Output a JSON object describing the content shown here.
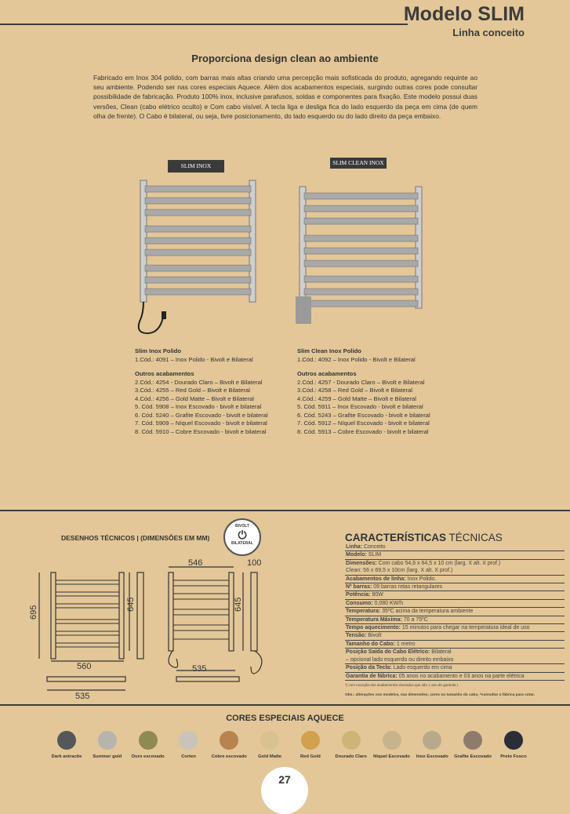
{
  "header": {
    "title": "Modelo SLIM",
    "subtitle": "Linha conceito"
  },
  "headline": "Proporciona design clean ao ambiente",
  "intro": "Fabricado em Inox 304 polido, com barras mais altas criando uma percepção mais sofisticada do produto, agregando requinte ao seu ambiente. Podendo ser nas cores especiais Aquece. Além dos acabamentos especiais, surgindo outras cores pode consultar possibilidade de fabricação. Produto 100% inox, inclusive parafusos, soldas e componentes para fixação. Este modelo possui duas versões, Clean (cabo elétrico oculto) e Com cabo visível. A tecla liga e desliga fica do lado esquerdo da peça em cima (de quem olha de frente). O Cabo é bilateral, ou seja, livre posicionamento, do lado esquerdo ou do lado direito da peça embaixo.",
  "products": [
    {
      "tag": "SLIM INOX",
      "name": "Slim Inox Polido",
      "main": "1.Cód.: 4091 – Inox Polido - Bivolt e Bilateral",
      "others_title": "Outros acabamentos",
      "others": [
        "2.Cód.: 4254 - Dourado Claro – Bivolt e Bilateral",
        "3.Cód.: 4255 – Red Gold – Bivolt e Bilateral",
        "4.Cód.: 4256 – Gold Matte – Bivolt e Bilateral",
        "5. Cód. 5908 – Inox Escovado - bivolt e bilateral",
        "6. Cód. 5240 – Grafite Escovado - bivolt e bilateral",
        "7. Cód. 5909 – Níquel Escovado - bivolt e bilateral",
        "8. Cód. 5910 – Cobre Escovado - bivolt e bilateral"
      ]
    },
    {
      "tag": "SLIM CLEAN INOX",
      "name": "Slim Clean Inox Polido",
      "main": "1.Cód.: 4092 – Inox Polido - Bivolt e Bilateral",
      "others_title": "Outros acabamentos",
      "others": [
        "2.Cód.: 4257 - Dourado Claro – Bivolt e Bilateral",
        "3.Cód.: 4258 – Red Gold – Bivolt e Bilateral",
        "4.Cód.: 4259 – Gold Matte – Bivolt e Bilateral",
        "5. Cód. 5911 – Inox Escovado - bivolt e bilateral",
        "6. Cód. 5243 – Grafite Escovado - bivolt e bilateral",
        "7. Cód. 5912 – Níquel Escovado - bivolt e bilateral",
        "8. Cód. 5913 – Cobre Escovado - bivolt e bilateral"
      ]
    }
  ],
  "drawings": {
    "title": "DESENHOS TÉCNICOS | (DIMENSÕES EM MM)",
    "badge_top": "BIVOLT",
    "badge_bottom": "BILATERAL",
    "dims": {
      "h1": "695",
      "h2": "645",
      "w1": "560",
      "w2": "535",
      "w3": "546",
      "d": "100",
      "h3": "645",
      "w4": "535"
    }
  },
  "specs": {
    "title_bold": "CARACTERÍSTICAS",
    "title_light": " TÉCNICAS",
    "rows": [
      {
        "k": "Linha:",
        "v": " Conceito"
      },
      {
        "k": "Modelo:",
        "v": " SLIM"
      },
      {
        "k": "Dimensões:",
        "v": " Com cabo 54,6 x 64,5 x 10 cm (larg. X alt. X prof.)"
      },
      {
        "k": "",
        "v": "Clean: 56 x 69,5 x 10cm (larg. X alt. X prof.)"
      },
      {
        "k": "Acabamentos de linha:",
        "v": " Inox Polido."
      },
      {
        "k": "Nº barras:",
        "v": " 09 barras retas retangulares"
      },
      {
        "k": "Potência:",
        "v": " 80W"
      },
      {
        "k": "Consumo:",
        "v": " 0,080 KW/h"
      },
      {
        "k": "Temperatura:",
        "v": " 35ºC acima da temperatura ambiente"
      },
      {
        "k": "Temperatura Máxima:",
        "v": " 70 a 75ºC"
      },
      {
        "k": "Tempo aquecimento:",
        "v": " 15 minutos para chegar na temperatura ideal de uso"
      },
      {
        "k": "Tensão:",
        "v": " Bivolt"
      },
      {
        "k": "Tamanho do Cabo:",
        "v": " 1 metro"
      },
      {
        "k": "Posição Saída do Cabo Elétrico:",
        "v": " Bilateral"
      },
      {
        "k": "",
        "v": "– opcional lado esquerdo ou direito embaixo"
      },
      {
        "k": "Posição da Tecla:",
        "v": " Lado esquerdo em cima"
      },
      {
        "k": "Garantia de fábrica:",
        "v": " 05 anos no acabamento e 03 anos na parte elétrica"
      }
    ],
    "footnote": "*( com exceção dos acabamentos dourados que são 1 ano de garantia )",
    "obs": "Obs.: alterações nos modelos, nas dimensões,  cores ou tamanho do cabo, *consultar a fábrica para cotar."
  },
  "colors": {
    "title": "CORES ESPECIAIS AQUECE",
    "items": [
      {
        "label": "Dark antracite",
        "color": "#55575a"
      },
      {
        "label": "Summer gold",
        "color": "#b7b4ae"
      },
      {
        "label": "Ouro escovado",
        "color": "#8f8a52"
      },
      {
        "label": "Corten",
        "color": "#c9c4bb"
      },
      {
        "label": "Cobre escovado",
        "color": "#b7834f"
      },
      {
        "label": "Gold Matte",
        "color": "#d9c28f"
      },
      {
        "label": "Red Gold",
        "color": "#d1a14f"
      },
      {
        "label": "Dourado Claro",
        "color": "#cdb577"
      },
      {
        "label": "Niquel Escovado",
        "color": "#c7b38c"
      },
      {
        "label": "Inox Escovado",
        "color": "#b9a98b"
      },
      {
        "label": "Grafite Escovado",
        "color": "#8f7b6e"
      },
      {
        "label": "Preto Fosco",
        "color": "#2b2d38"
      }
    ]
  },
  "page_number": "27"
}
